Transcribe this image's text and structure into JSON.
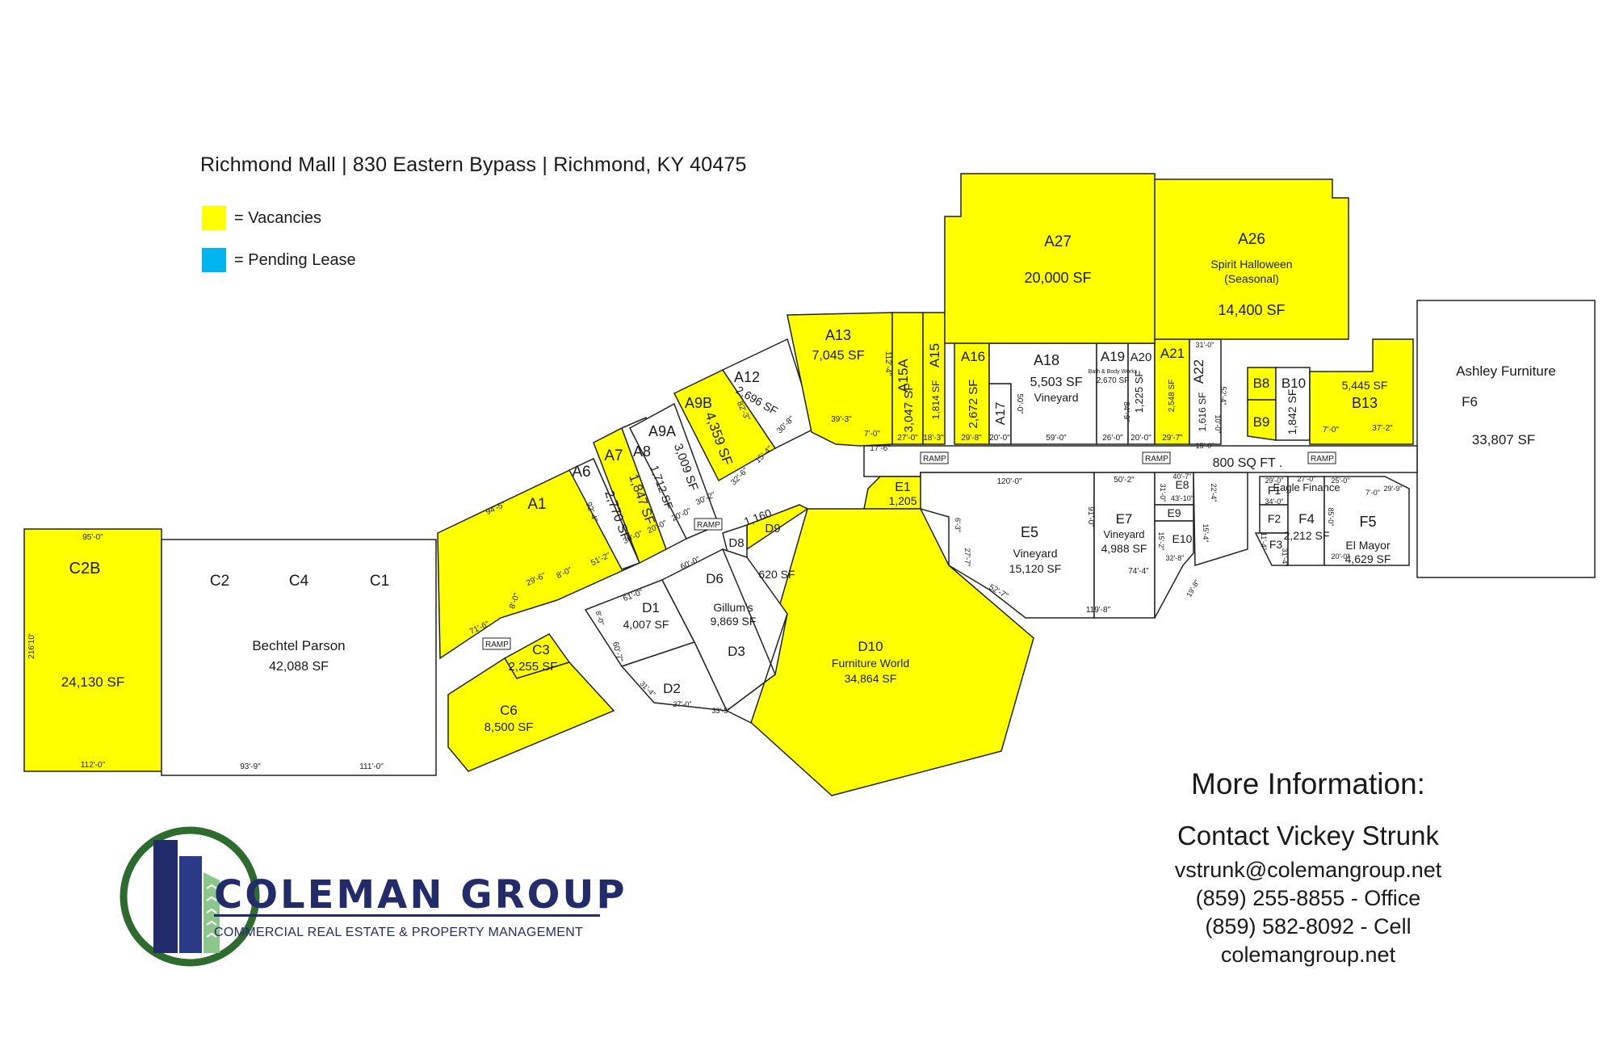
{
  "header": {
    "title": "Richmond Mall | 830 Eastern Bypass | Richmond, KY 40475"
  },
  "legend": [
    {
      "label": "= Vacancies",
      "color": "#ffff00"
    },
    {
      "label": " = Pending Lease",
      "color": "#00b4f0"
    }
  ],
  "colors": {
    "vacant": "#ffff00",
    "occupied": "#ffffff",
    "pending": "#00b4f0",
    "outline": "#222222",
    "brand_navy": "#232c6b",
    "brand_green": "#2e6b2e"
  },
  "units": {
    "C2B": {
      "id": "C2B",
      "sf": "24,130 SF",
      "dims": [
        "95'-0\"",
        "216'10'",
        "112'-0\""
      ]
    },
    "BP": {
      "ids": [
        "C2",
        "C4",
        "C1"
      ],
      "tenant": "Bechtel Parson",
      "sf": "42,088 SF",
      "dims": [
        "93'-9\"",
        "111'-0\""
      ]
    },
    "A1": {
      "id": "A1",
      "dims": [
        "94'-5\"",
        "29'-6\"",
        "8'-0\"",
        "8'-0\"",
        "71'-6\"",
        "92'-4\"",
        "51'-2\""
      ]
    },
    "A6": {
      "id": "A6",
      "sf": "2,770 SF",
      "dims": [
        "30'-0\""
      ]
    },
    "A7": {
      "id": "A7",
      "sf": "1,847 SF",
      "dims": [
        "20'-0\""
      ]
    },
    "A8": {
      "id": "A8",
      "sf": "1,712 SF",
      "dims": [
        "20'-0\""
      ]
    },
    "A9A": {
      "id": "A9A",
      "sf": "3,009 SF",
      "dims": [
        "30'-2\""
      ]
    },
    "A9B": {
      "id": "A9B",
      "sf": "4,359 SF",
      "dims": [
        "32'-6\"",
        "15'-4\""
      ]
    },
    "A12": {
      "id": "A12",
      "sf": "2,696 SF",
      "dims": [
        "82'-3\"",
        "30'-8\""
      ]
    },
    "A13": {
      "id": "A13",
      "sf": "7,045 SF",
      "dims": [
        "39'-3\"",
        "112'-4\"",
        "7'-0\"",
        "17'-6\""
      ]
    },
    "A15A": {
      "id": "A15A",
      "sf": "3,047 SF",
      "dims": [
        "27'-0\""
      ]
    },
    "A15": {
      "id": "A15",
      "sf": "1,814 SF",
      "dims": [
        "18'-3\""
      ]
    },
    "A16": {
      "id": "A16",
      "sf": "2,672 SF",
      "dims": [
        "29'-8\""
      ]
    },
    "A17": {
      "id": "A17",
      "dims": [
        "50'-0\"",
        "20'-0\""
      ]
    },
    "A18": {
      "id": "A18",
      "sf": "5,503 SF",
      "tenant": "Vineyard",
      "dims": [
        "59'-0\""
      ]
    },
    "A19": {
      "id": "A19",
      "sf": "2,670 SF",
      "tenant": "Bath & Body Works",
      "dims": [
        "84'-9\"",
        "26'-0\""
      ]
    },
    "A20": {
      "id": "A20",
      "sf": "1,225 SF",
      "dims": [
        "20'-0\""
      ]
    },
    "A21": {
      "id": "A21",
      "sf": "2,548 SF",
      "dims": [
        "29'-7\""
      ]
    },
    "A22": {
      "id": "A22",
      "sf": "1,616 SF",
      "dims": [
        "31'-0\"",
        "52'-4\"",
        "10'-0\"",
        "15'-0\""
      ]
    },
    "A27": {
      "id": "A27",
      "sf": "20,000 SF"
    },
    "A26": {
      "id": "A26",
      "sf": "14,400 SF",
      "tenant": "Spirit Halloween",
      "note": "(Seasonal)"
    },
    "B8": {
      "id": "B8"
    },
    "B9": {
      "id": "B9"
    },
    "B10": {
      "id": "B10",
      "sf": "1,842 SF"
    },
    "B13": {
      "id": "B13",
      "sf": "5,445 SF",
      "dims": [
        "7'-0\"",
        "37'-2\""
      ]
    },
    "F6": {
      "id": "F6",
      "tenant": "Ashley Furniture",
      "sf": "33,807 SF"
    },
    "E1": {
      "id": "E1",
      "sf": "1,205"
    },
    "E5": {
      "id": "E5",
      "tenant": "Vineyard",
      "sf": "15,120 SF",
      "dims": [
        "120'-0\"",
        "6'-3\"",
        "27'-7\"",
        "52'-7\"",
        "119'-8\"",
        "91'-0\""
      ]
    },
    "E7": {
      "id": "E7",
      "tenant": "Vineyard",
      "sf": "4,988 SF",
      "dims": [
        "50'-2\"",
        "74'-4\""
      ]
    },
    "E8": {
      "id": "E8",
      "dims": [
        "40'-7\"",
        "43'-10\""
      ]
    },
    "E9": {
      "id": "E9"
    },
    "E10": {
      "id": "E10",
      "dims": [
        "32'-8\"",
        "19'-8\"",
        "31'-0\"",
        "22'-4\"",
        "15'-4\"",
        "15'-2\""
      ]
    },
    "F1": {
      "id": "F1",
      "dims": [
        "29'-0\"",
        "34'-0\""
      ]
    },
    "F2": {
      "id": "F2"
    },
    "F3": {
      "id": "F3",
      "dims": [
        "11'-4\"",
        "31'-4\""
      ]
    },
    "F4": {
      "id": "F4",
      "tenant": "Eagle Finance",
      "sf": "2,212 SF",
      "dims": [
        "27'-0\"",
        "85'-0\""
      ]
    },
    "F5": {
      "id": "F5",
      "tenant": "El Mayor",
      "sf": "4,629 SF",
      "dims": [
        "25'-0\"",
        "29'-9\"",
        "7'-0\"",
        "20'-0\""
      ]
    },
    "D1": {
      "id": "D1",
      "sf": "4,007 SF",
      "dims": [
        "61'-0\"",
        "60'-7\"",
        "8'-0\""
      ]
    },
    "D2": {
      "id": "D2",
      "dims": [
        "31'-4\"",
        "37'-0\"",
        "33'-5\""
      ]
    },
    "D3": {
      "id": "D3"
    },
    "D6": {
      "id": "D6",
      "tenant": "Gillum's",
      "sf": "9,869 SF",
      "dims": [
        "60'-0\""
      ]
    },
    "D8": {
      "id": "D8"
    },
    "D9": {
      "id": "D9",
      "sf": "1,160"
    },
    "D10": {
      "id": "D10",
      "tenant": "Furniture World",
      "sf": "34,864 SF",
      "note": "620 SF"
    },
    "C3": {
      "id": "C3",
      "sf": "2,255 SF"
    },
    "C6": {
      "id": "C6",
      "sf": "8,500 SF"
    }
  },
  "corridor_label": "800 SQ FT .",
  "ramps": [
    "RAMP",
    "RAMP",
    "RAMP",
    "RAMP",
    "RAMP"
  ],
  "contact": {
    "heading": "More Information:",
    "name": "Contact Vickey Strunk",
    "email": "vstrunk@colemangroup.net",
    "office": "(859) 255-8855 - Office",
    "cell": "(859) 582-8092 - Cell",
    "web": "colemangroup.net"
  },
  "logo": {
    "name": "COLEMAN GROUP",
    "tagline": "COMMERCIAL REAL ESTATE & PROPERTY MANAGEMENT",
    "icon": "skyline-logo-icon"
  }
}
